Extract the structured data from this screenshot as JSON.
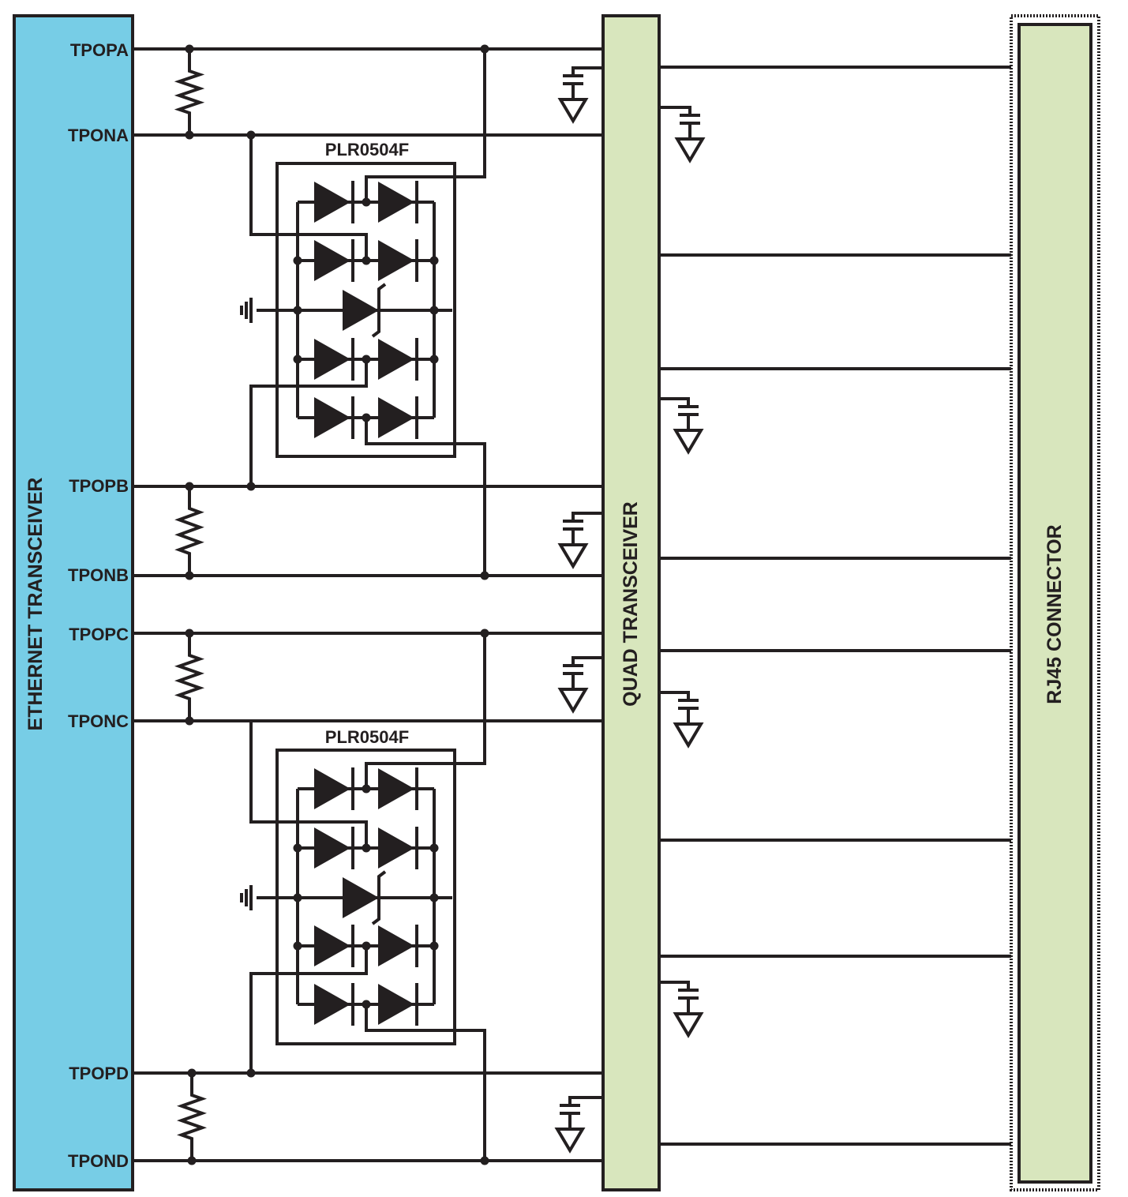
{
  "blocks": {
    "ethernet": {
      "label": "ETHERNET TRANSCEIVER",
      "color": "#77cde6"
    },
    "quad": {
      "label": "QUAD TRANSCEIVER",
      "color": "#d8e6bd"
    },
    "rj45": {
      "label": "RJ45 CONNECTOR",
      "color": "#d8e6bd"
    }
  },
  "pins": [
    "TPOPA",
    "TPONA",
    "TPOPB",
    "TPONB",
    "TPOPC",
    "TPONC",
    "TPOPD",
    "TPOND"
  ],
  "protection_ics": [
    "PLR0504F",
    "PLR0504F"
  ],
  "colors": {
    "line": "#231f20",
    "background": "#ffffff"
  }
}
